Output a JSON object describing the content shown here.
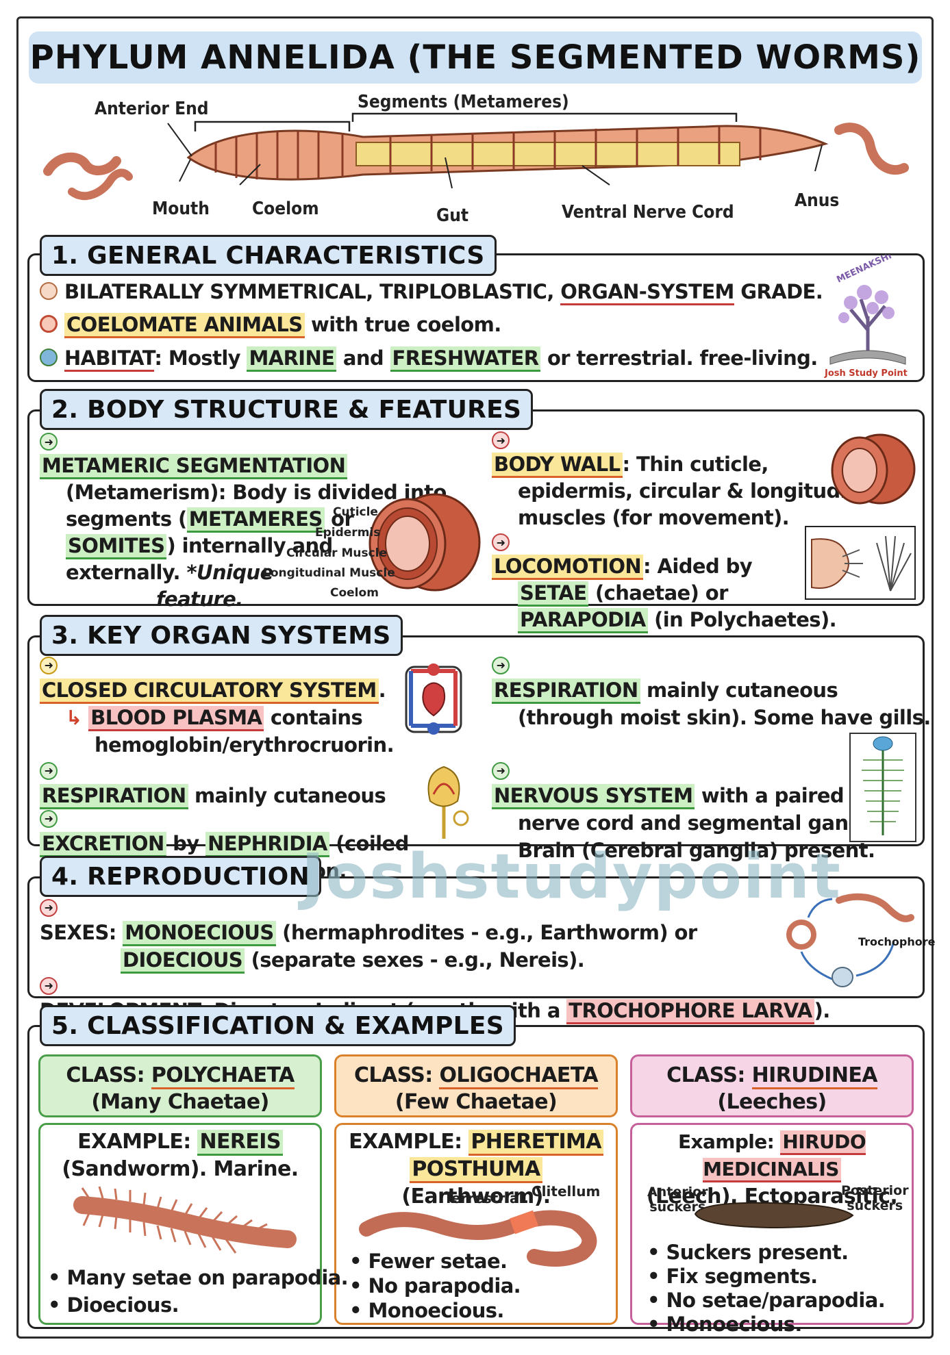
{
  "title": "PHYLUM ANNELIDA (THE SEGMENTED WORMS)",
  "diagram": {
    "anterior": "Anterior End",
    "segments": "Segments (Metameres)",
    "mouth": "Mouth",
    "coelom": "Coelom",
    "gut": "Gut",
    "ventral": "Ventral Nerve Cord",
    "anus": "Anus"
  },
  "s1": {
    "head": "1. GENERAL CHARACTERISTICS",
    "l1": "BILATERALLY SYMMETRICAL, TRIPLOBLASTIC, ",
    "l1b": "ORGAN-SYSTEM",
    " l1c": " GRADE.",
    "l2a": "COELOMATE ANIMALS",
    "l2b": " with true coelom.",
    "l3a": "HABITAT",
    "l3b": ": Mostly ",
    "l3c": "MARINE",
    "l3d": " and ",
    "l3e": "FRESHWATER",
    "l3f": " or terrestrial. free-living.",
    "logo_top": "MEENAKSHI",
    "logo_bottom": "Josh Study Point"
  },
  "s2": {
    "head": "2. BODY STRUCTURE & FEATURES",
    "a1": "METAMERIC SEGMENTATION",
    "a2": "(Metamerism): Body is divided into",
    "a3a": "segments (",
    "a3b": "METAMERES",
    "a3c": " or",
    "a4a": "SOMITES",
    "a4b": ") internally and",
    "a5a": "externally. ",
    "a5b": "*Unique",
    "a6": "feature.",
    "c_cuticle": "Cuticle",
    "c_epi": "Epidermis",
    "c_circ": "Circular Muscle",
    "c_long": "Longitudinal Muscle",
    "c_coel": "Coelom",
    "b1a": "BODY WALL",
    "b1b": ": Thin cuticle,",
    "b2": "epidermis, circular & longitudinal",
    "b3": "muscles (for movement).",
    "b4a": "LOCOMOTION",
    "b4b": ": Aided by",
    "b5a": "SETAE",
    "b5b": " (chaetae) or",
    "b6a": "PARAPODIA",
    "b6b": " (in Polychaetes)."
  },
  "s3": {
    "head": "3. KEY ORGAN SYSTEMS",
    "a1": "CLOSED CIRCULATORY SYSTEM",
    "a1b": ".",
    "a2a": "BLOOD PLASMA",
    "a2b": " contains",
    "a3": "hemoglobin/erythrocruorin.",
    "a4a": "RESPIRATION",
    "a4b": " mainly cutaneous",
    "a5a": "EXCRETION",
    "a5b": " by ",
    "a5c": "NEPHRIDIA",
    "a5d": " (coiled",
    "a6": "Regulate osmoregulation.",
    "b1a": "RESPIRATION",
    "b1b": " mainly cutaneous",
    "b2": "(through moist skin). Some have gills.",
    "b3a": "NERVOUS SYSTEM",
    "b3b": " with a paired",
    "b4": "nerve cord and segmental ganglia.",
    "b5": "Brain (Cerebral ganglia) present."
  },
  "s4": {
    "head": "4. REPRODUCTION",
    "a1a": "SEXES",
    "a1b": ": ",
    "a1c": "MONOECIOUS",
    "a1d": " (hermaphrodites - e.g., Earthworm) or",
    "a2a": "DIOECIOUS",
    "a2b": " (separate sexes - e.g., Nereis).",
    "a3a": "DEVELOPMENT",
    "a3b": ": Direct or Indirect (mostly with a ",
    "a3c": "TROCHOPHORE LARVA",
    "a3d": ").",
    "troch": "Trochophore",
    "watermark": "Joshstudypoint"
  },
  "s5": {
    "head": "5. CLASSIFICATION & EXAMPLES",
    "c1a": "CLASS: ",
    "c1b": "POLYCHAETA",
    "c1c": "(Many Chaetae)",
    "c2a": "CLASS: ",
    "c2b": "OLIGOCHAETA",
    "c2c": "(Few Chaetae)",
    "c3a": "CLASS: ",
    "c3b": "HIRUDINEA",
    "c3c": "(Leeches)",
    "e1a": "EXAMPLE: ",
    "e1b": "NEREIS",
    "e1c": "(Sandworm). Marine.",
    "e1d": "Many setae on parapodia.",
    "e1e": "Dioecious.",
    "e2a": "EXAMPLE: ",
    "e2b": "PHERETIMA",
    "e2c": "POSTHUMA",
    "e2d": " (Earthworm).",
    "e2t": "Terrestrial.",
    "e2cl": "Clitellum",
    "e2e": "Fewer setae.",
    "e2f": "No parapodia.",
    "e2g": "Monoecious.",
    "e3a": "Example: ",
    "e3b": "HIRUDO MEDICINALIS",
    "e3c": "(Leech). Ectoparasitic.",
    "e3ant": "Anterior",
    "e3ant2": "suckers",
    "e3post": "Posterior",
    "e3post2": "suckers",
    "e3d": "Suckers present.",
    "e3e": "Fix segments.",
    "e3f": "No setae/parapodia.",
    "e3g": "Monoecious."
  }
}
